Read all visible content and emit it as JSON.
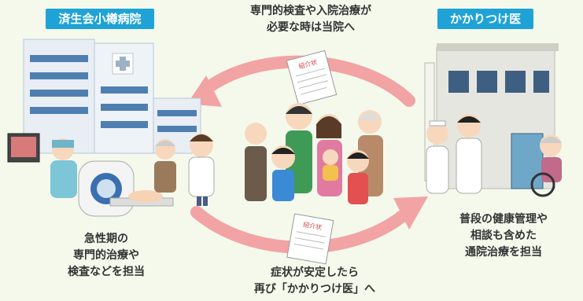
{
  "hospital": {
    "name": "済生会小樽病院",
    "caption_lines": [
      "急性期の",
      "専門的治療や",
      "検査などを担当"
    ],
    "accent_color": "#1fa3d6"
  },
  "clinic": {
    "name": "かかりつけ医",
    "caption_lines": [
      "普段の健康管理や",
      "相談も含めた",
      "通院治療を担当"
    ]
  },
  "top_flow": {
    "lines": [
      "専門的検査や入院治療が",
      "必要な時は当院へ"
    ]
  },
  "bottom_flow": {
    "lines": [
      "症状が安定したら",
      "再び「かかりつけ医」へ"
    ]
  },
  "document_label": "紹介状",
  "colors": {
    "arrow": "#f2a3a3",
    "label_bg": "#1fa3d6",
    "background": "#f4f9ec"
  }
}
